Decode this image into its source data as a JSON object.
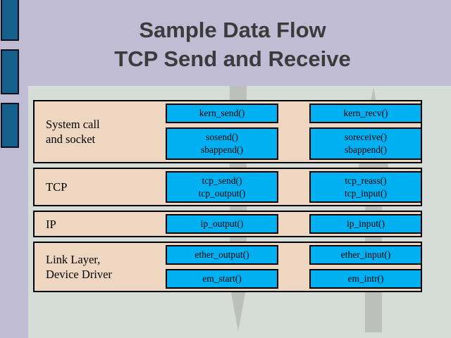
{
  "slide": {
    "title_line1": "Sample Data Flow",
    "title_line2": "TCP Send and Receive",
    "background_color": "#bfbcd4",
    "panel_color": "#d6ddd8",
    "accent_bar_color": "#15618c",
    "layer_box_color": "#efd6c0",
    "function_box_color": "#00b0f0",
    "arrow_color": "#808080"
  },
  "arrows": [
    {
      "name": "send-path-arrow",
      "direction": "down",
      "column": "left"
    },
    {
      "name": "receive-path-arrow",
      "direction": "up",
      "column": "right"
    }
  ],
  "layers": [
    {
      "label_line1": "System call",
      "label_line2": "and socket",
      "groups": [
        {
          "send": [
            "kern_send()"
          ],
          "recv": [
            "kern_recv()"
          ]
        },
        {
          "send": [
            "sosend()",
            "sbappend()"
          ],
          "recv": [
            "soreceive()",
            "sbappend()"
          ]
        }
      ]
    },
    {
      "label_line1": "TCP",
      "label_line2": "",
      "groups": [
        {
          "send": [
            "tcp_send()",
            "tcp_output()"
          ],
          "recv": [
            "tcp_reass()",
            "tcp_input()"
          ]
        }
      ]
    },
    {
      "label_line1": "IP",
      "label_line2": "",
      "groups": [
        {
          "send": [
            "ip_output()"
          ],
          "recv": [
            "ip_input()"
          ]
        }
      ]
    },
    {
      "label_line1": "Link Layer,",
      "label_line2": "Device Driver",
      "groups": [
        {
          "send": [
            "ether_output()"
          ],
          "recv": [
            "ether_input()"
          ]
        },
        {
          "send": [
            "em_start()"
          ],
          "recv": [
            "em_intr()"
          ]
        }
      ]
    }
  ]
}
